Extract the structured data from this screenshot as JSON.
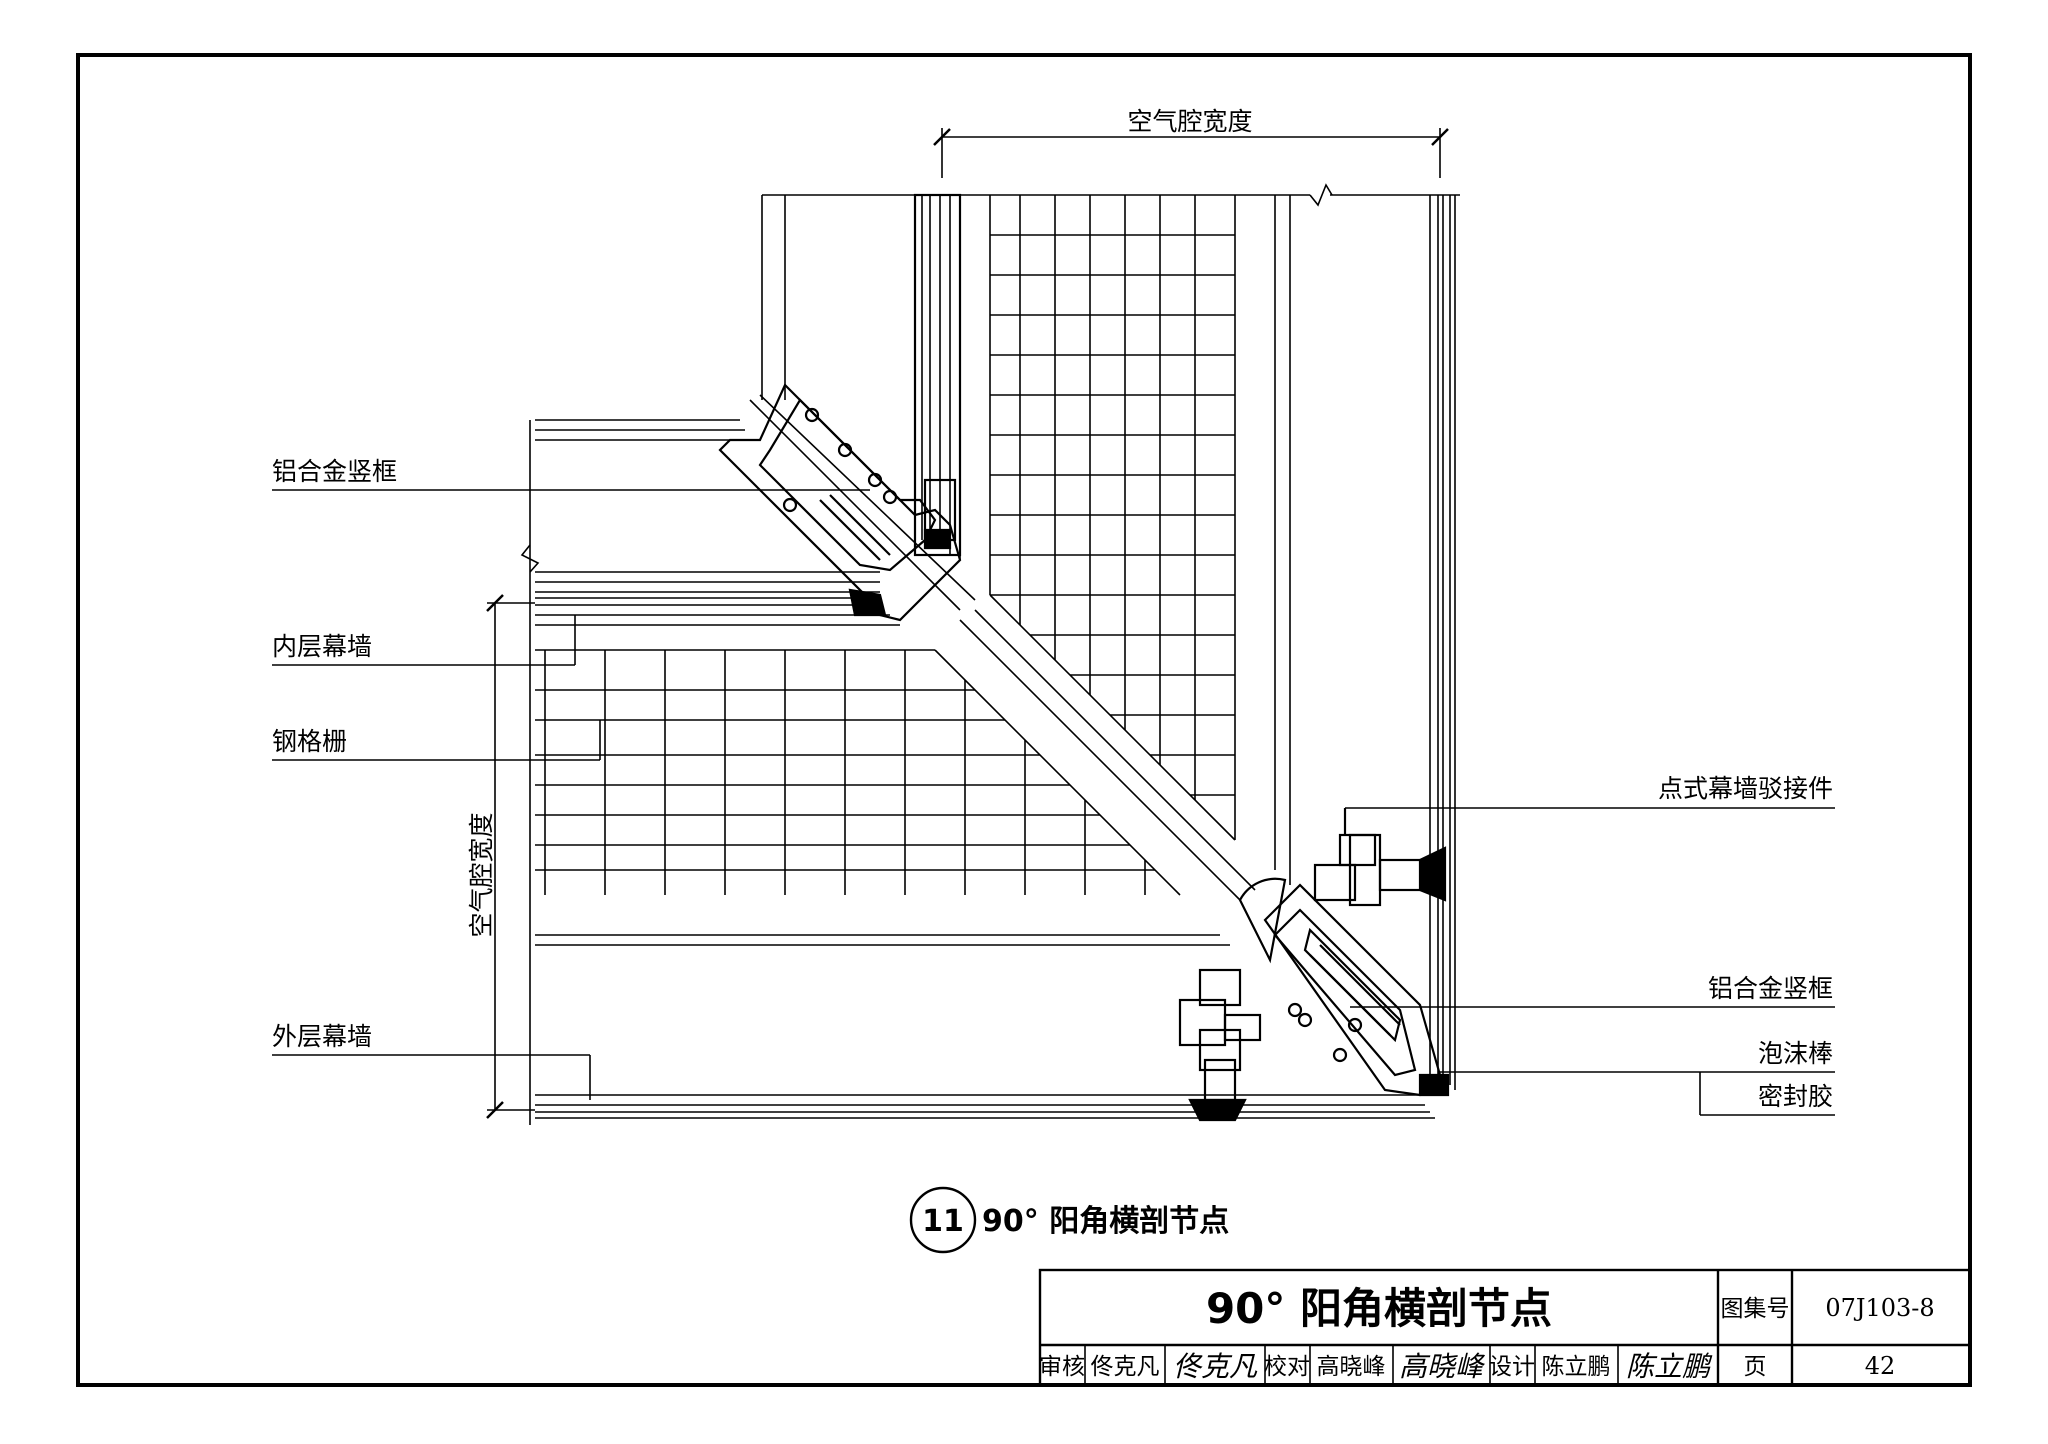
{
  "drawing": {
    "dimension_top": "空气腔宽度",
    "dimension_left": "空气腔宽度",
    "labels_left": {
      "aluminum_mullion": "铝合金竖框",
      "inner_curtain_wall": "内层幕墙",
      "steel_grating": "钢格栅",
      "outer_curtain_wall": "外层幕墙"
    },
    "labels_right": {
      "point_connector": "点式幕墙驳接件",
      "aluminum_mullion": "铝合金竖框",
      "foam_rod": "泡沫棒",
      "sealant": "密封胶"
    },
    "caption": {
      "number": "11",
      "title": "90° 阳角横剖节点"
    }
  },
  "title_block": {
    "title": "90° 阳角横剖节点",
    "atlas_label": "图集号",
    "atlas_no": "07J103-8",
    "page_label": "页",
    "page_no": "42",
    "review_label": "审核",
    "reviewer": "佟克凡",
    "check_label": "校对",
    "checker": "高晓峰",
    "design_label": "设计",
    "designer": "陈立鹏"
  }
}
